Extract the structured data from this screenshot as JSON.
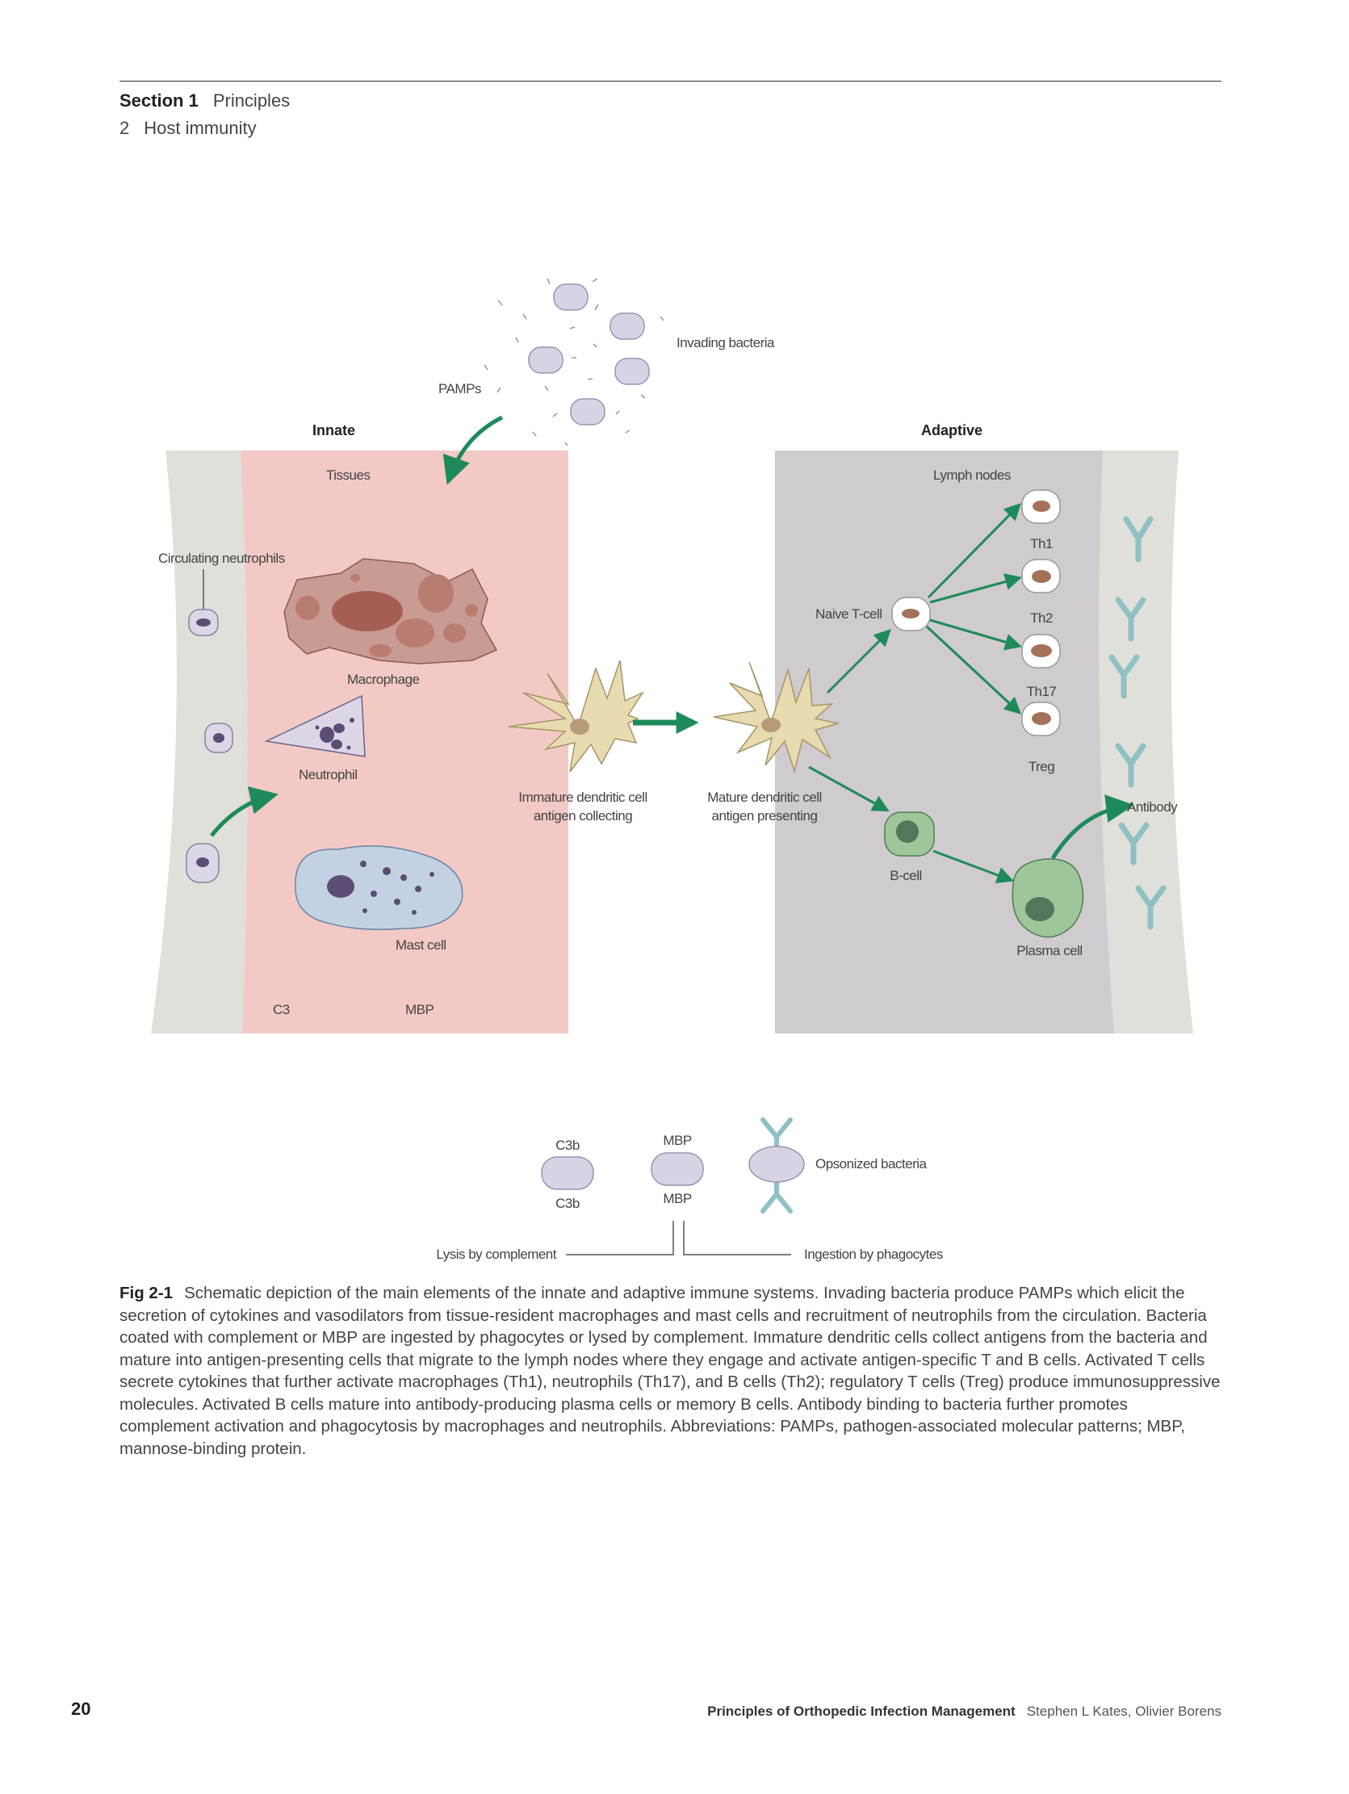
{
  "header": {
    "section_label": "Section 1",
    "section_title": "Principles",
    "chapter_number": "2",
    "chapter_title": "Host immunity"
  },
  "figure": {
    "invading_bacteria": "Invading bacteria",
    "pamps": "PAMPs",
    "innate": "Innate",
    "adaptive": "Adaptive",
    "tissues": "Tissues",
    "lymph_nodes": "Lymph nodes",
    "circulating_neutrophils": "Circulating neutrophils",
    "macrophage": "Macrophage",
    "neutrophil": "Neutrophil",
    "mast_cell": "Mast cell",
    "c3": "C3",
    "mbp": "MBP",
    "immature_dc_line1": "Immature dendritic cell",
    "immature_dc_line2": "antigen collecting",
    "mature_dc_line1": "Mature dendritic cell",
    "mature_dc_line2": "antigen presenting",
    "naive_tcell": "Naive T-cell",
    "th1": "Th1",
    "th2": "Th2",
    "th17": "Th17",
    "treg": "Treg",
    "bcell": "B-cell",
    "plasma_cell": "Plasma cell",
    "antibody": "Antibody",
    "c3b_top": "C3b",
    "c3b_bottom": "C3b",
    "mbp_top": "MBP",
    "mbp_bottom": "MBP",
    "opsonized_bacteria": "Opsonized bacteria",
    "lysis_by_complement": "Lysis by complement",
    "ingestion_by_phagocytes": "Ingestion by phagocytes"
  },
  "caption": {
    "label": "Fig 2-1",
    "text": "Schematic depiction of the main elements of the innate and adaptive immune systems. Invading bacteria produce PAMPs which elicit the secretion of cytokines and vasodilators from tissue-resident macrophages and mast cells and recruitment of neutrophils from the circulation. Bacteria coated with complement or MBP are ingested by phagocytes or lysed by complement. Immature dendritic cells collect antigens from the bacteria and mature into antigen-presenting cells that migrate to the lymph nodes where they engage and activate antigen-specific T and B cells. Activated T cells secrete cytokines that further activate macrophages (Th1), neutrophils (Th17), and B cells (Th2); regulatory T cells (Treg) produce immunosuppressive molecules. Activated B cells mature into antibody-producing plasma cells or memory B cells. Antibody binding to bacteria further promotes complement activation and phagocytosis by macrophages and neutrophils. Abbreviations: PAMPs, pathogen-associated molecular patterns; MBP, mannose-binding protein."
  },
  "footer": {
    "page_number": "20",
    "book_title": "Principles of Orthopedic Infection Management",
    "authors": "Stephen L Kates, Olivier Borens"
  },
  "colors": {
    "innate_tissue": "#f2c9c5",
    "vessel_wall": "#e0e0da",
    "adaptive_tissue": "#cfcbcf",
    "arrow_green": "#1e8a5a",
    "bacteria": "#d8d3e4",
    "antibody": "#8fc0c4"
  }
}
